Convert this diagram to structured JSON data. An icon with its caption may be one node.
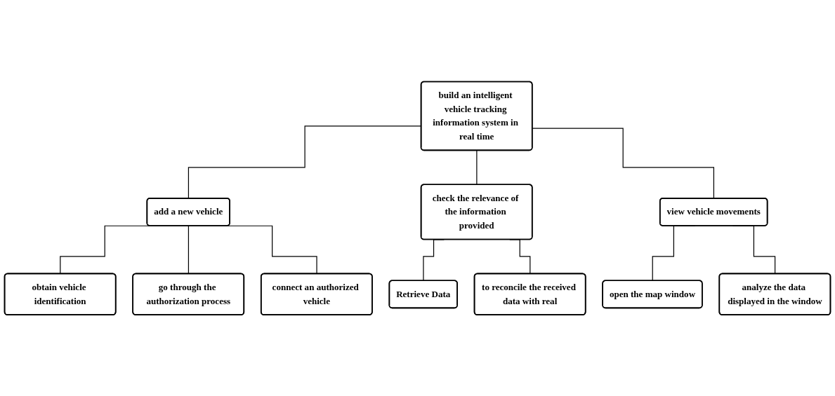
{
  "diagram": {
    "nodes": [
      {
        "text": [
          "build an intelligent vehicle tracking information system in real time"
        ]
      },
      {
        "text": [
          "add a new vehicle"
        ]
      },
      {
        "text": [
          "check the relevance of the information provided"
        ]
      },
      {
        "text": [
          "view vehicle movements"
        ]
      },
      {
        "text": [
          "obtain vehicle identification"
        ]
      },
      {
        "text": [
          "go through the authorization process"
        ]
      },
      {
        "text": [
          "connect an authorized vehicle"
        ]
      },
      {
        "text": [
          "Retrieve Data"
        ]
      },
      {
        "text": [
          "to reconcile the received data with real"
        ]
      },
      {
        "text": [
          "open the map window"
        ]
      },
      {
        "text": [
          "analyze the data displayed in the window"
        ]
      }
    ],
    "edges": [
      {
        "from": 0,
        "to": 1,
        "arrow": "none"
      },
      {
        "from": 0,
        "to": 2,
        "arrow": "none"
      },
      {
        "from": 0,
        "to": 3,
        "arrow": "none"
      },
      {
        "from": 1,
        "to": 4,
        "arrow": "none"
      },
      {
        "from": 1,
        "to": 5,
        "arrow": "none"
      },
      {
        "from": 1,
        "to": 6,
        "arrow": "none"
      },
      {
        "from": 2,
        "to": 7,
        "arrow": "none"
      },
      {
        "from": 2,
        "to": 8,
        "arrow": "none"
      },
      {
        "from": 3,
        "to": 9,
        "arrow": "none"
      },
      {
        "from": 3,
        "to": 10,
        "arrow": "none"
      }
    ]
  }
}
